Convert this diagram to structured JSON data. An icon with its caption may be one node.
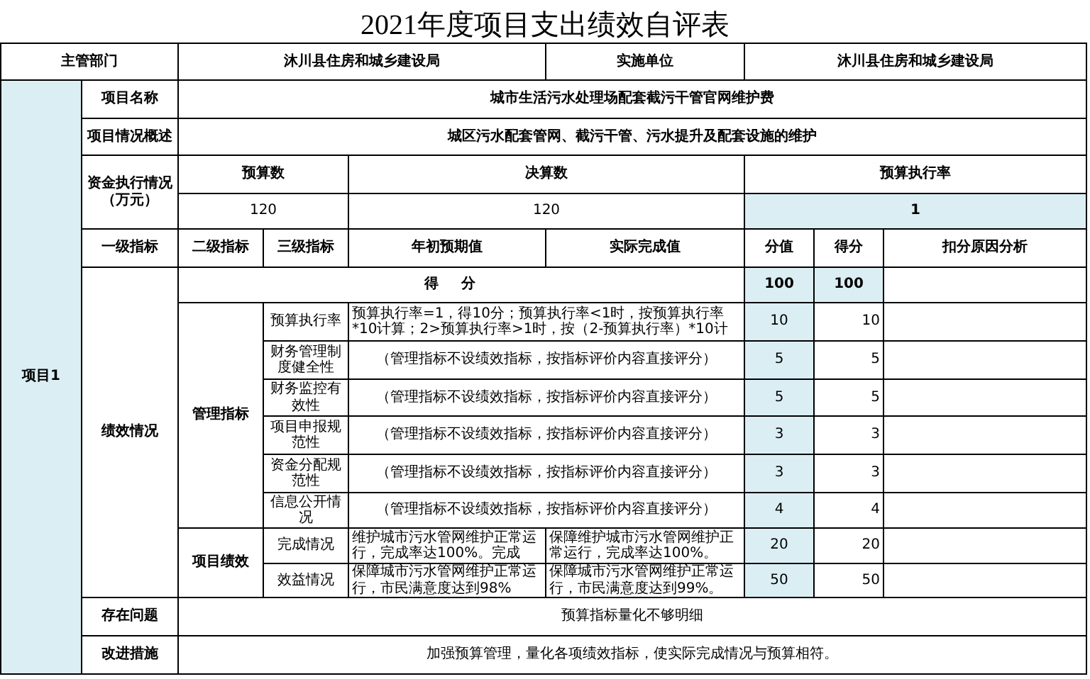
{
  "diagram": {
    "title": "2021年度项目支出绩效自评表",
    "labels": [
      "主管部门",
      "沐川县住房和城乡建设局",
      "实施单位",
      "沐川县住房和城乡建设局",
      "项目1",
      "项目名称",
      "城市生活污水处理场配套截污干管官网维护费",
      "项目情况概述",
      "城区污水配套管网、截污干管、污水提升及配套设施的维护",
      "资金执行情况（万元）",
      "预算数",
      "决算数",
      "预算执行率",
      "120",
      "120",
      "1",
      "一级指标",
      "二级指标",
      "三级指标",
      "年初预期值",
      "实际完成值",
      "分值",
      "得分",
      "扣分原因分析",
      "绩效情况",
      "得分",
      "100",
      "100",
      "管理指标",
      "预算执行率",
      "预算执行率=1，得10分；预算执行率<1时，按预算执行率*10计算；2>预算执行率>1时，按（2-预算执行率）*10计",
      "10",
      "10",
      "财务管理制度健全性",
      "（管理指标不设绩效指标，按指标评价内容直接评分）",
      "5",
      "5",
      "财务监控有效性",
      "（管理指标不设绩效指标，按指标评价内容直接评分）",
      "5",
      "5",
      "项目申报规范性",
      "（管理指标不设绩效指标，按指标评价内容直接评分）",
      "3",
      "3",
      "资金分配规范性",
      "（管理指标不设绩效指标，按指标评价内容直接评分）",
      "3",
      "3",
      "信息公开情况",
      "（管理指标不设绩效指标，按指标评价内容直接评分）",
      "4",
      "4",
      "项目绩效",
      "完成情况",
      "维护城市污水管网维护正常运行，完成率达100%。完成",
      "保障维护城市污水管网维护正常运行，完成率达100%。",
      "20",
      "20",
      "效益情况",
      "保障城市污水管网维护正常运行，市民满意度达到98%",
      "保障城市污水管网维护正常运行，市民满意度达到99%。",
      "50",
      "50",
      "存在问题",
      "预算指标量化不够明细",
      "改进措施",
      "加强预算管理，量化各项绩效指标，使实际完成情况与预算相符。"
    ]
  }
}
